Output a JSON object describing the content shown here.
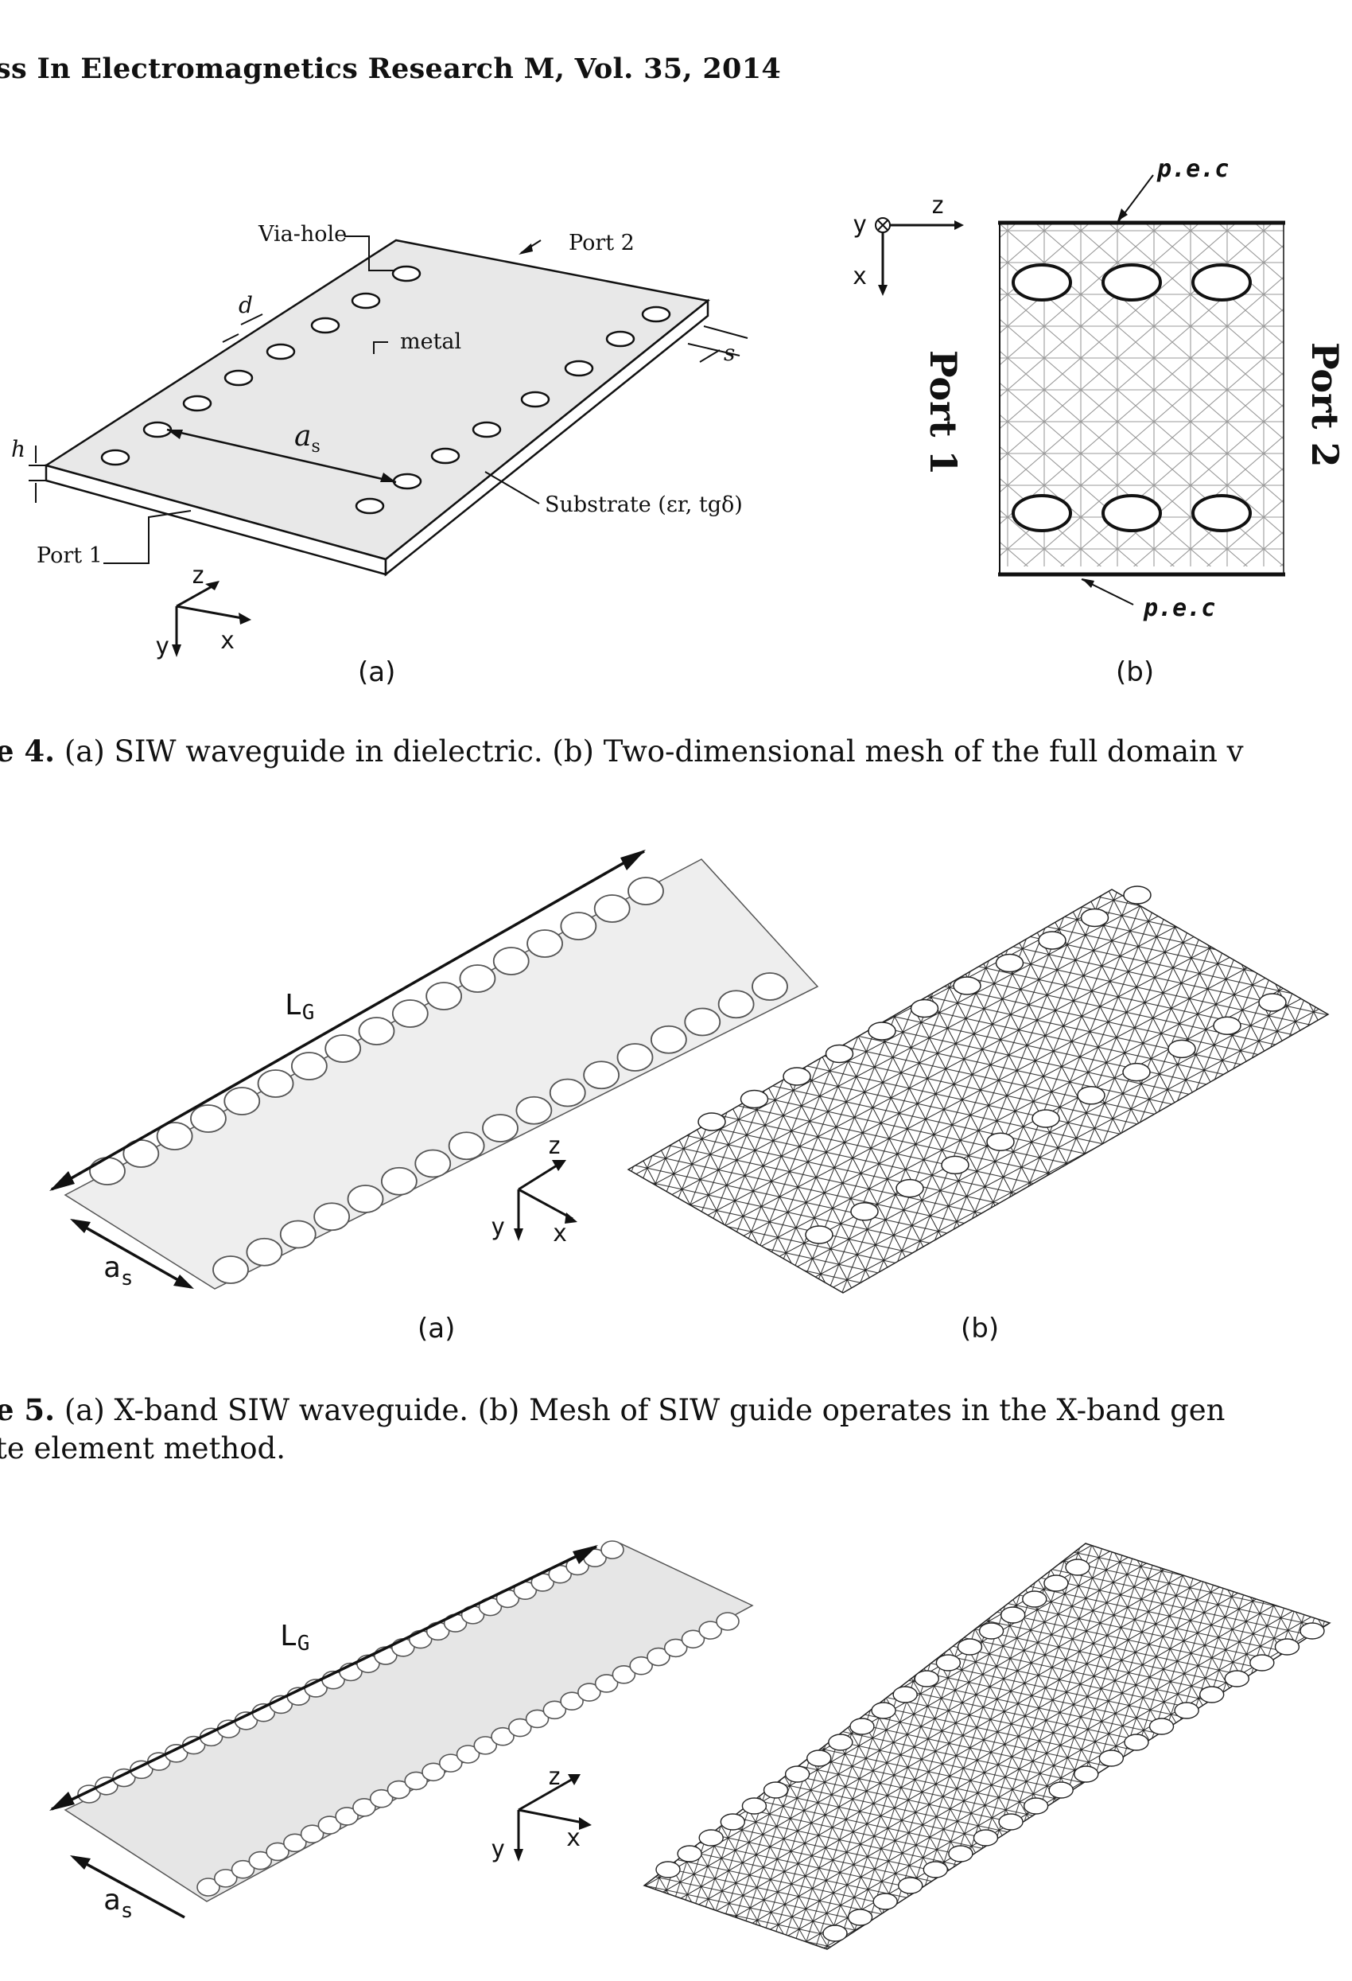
{
  "header": {
    "running_title": "ss In Electromagnetics Research M, Vol. 35, 2014"
  },
  "figure4": {
    "a": {
      "via_hole_label": "Via-hole",
      "port2_label": "Port 2",
      "d_label": "d",
      "metal_label": "metal",
      "s_label": "s",
      "h_label": "h",
      "as_label": "a",
      "as_sub": "s",
      "substrate_label": "Substrate (εr, tgδ)",
      "port1_label": "Port 1",
      "axis_z": "z",
      "axis_y": "y",
      "axis_x": "x"
    },
    "b": {
      "pec_top": "p.e.c",
      "pec_bottom": "p.e.c",
      "port1": "Port 1",
      "port2": "Port 2",
      "axis_y": "y",
      "axis_z": "z",
      "axis_x": "x"
    },
    "sublabel_a": "(a)",
    "sublabel_b": "(b)",
    "caption_label": "e 4.",
    "caption_text": " (a) SIW waveguide in dielectric. (b) Two-dimensional mesh of the full domain v"
  },
  "figure5": {
    "lg_label": "L",
    "lg_sub": "G",
    "as_label": "a",
    "as_sub": "s",
    "axis_z": "z",
    "axis_y": "y",
    "axis_x": "x",
    "sublabel_a": "(a)",
    "sublabel_b": "(b)",
    "caption_label": "e 5.",
    "caption_line1": " (a) X-band SIW waveguide. (b) Mesh of SIW guide operates in the X-band gen",
    "caption_line2": "te element method."
  },
  "figure6": {
    "lg_label": "L",
    "lg_sub": "G",
    "as_label": "a",
    "as_sub": "s",
    "axis_z": "z",
    "axis_y": "y",
    "axis_x": "x"
  }
}
